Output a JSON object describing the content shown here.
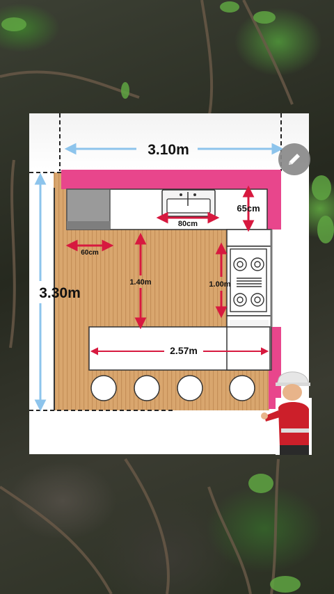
{
  "plan": {
    "dimensions": {
      "width_total": "3.10m",
      "height_total": "3.30m",
      "counter_depth": "65cm",
      "sink_width": "80cm",
      "fridge_width": "60cm",
      "aisle": "1.40m",
      "stove_gap": "1.00m",
      "island_length": "2.57m"
    }
  },
  "colors": {
    "accent": "#e8468c",
    "arrow_red": "#d7193f",
    "arrow_blue": "#8dc4ec",
    "floor": "#d9a66e"
  },
  "icons": {
    "edit": "pencil-icon"
  }
}
